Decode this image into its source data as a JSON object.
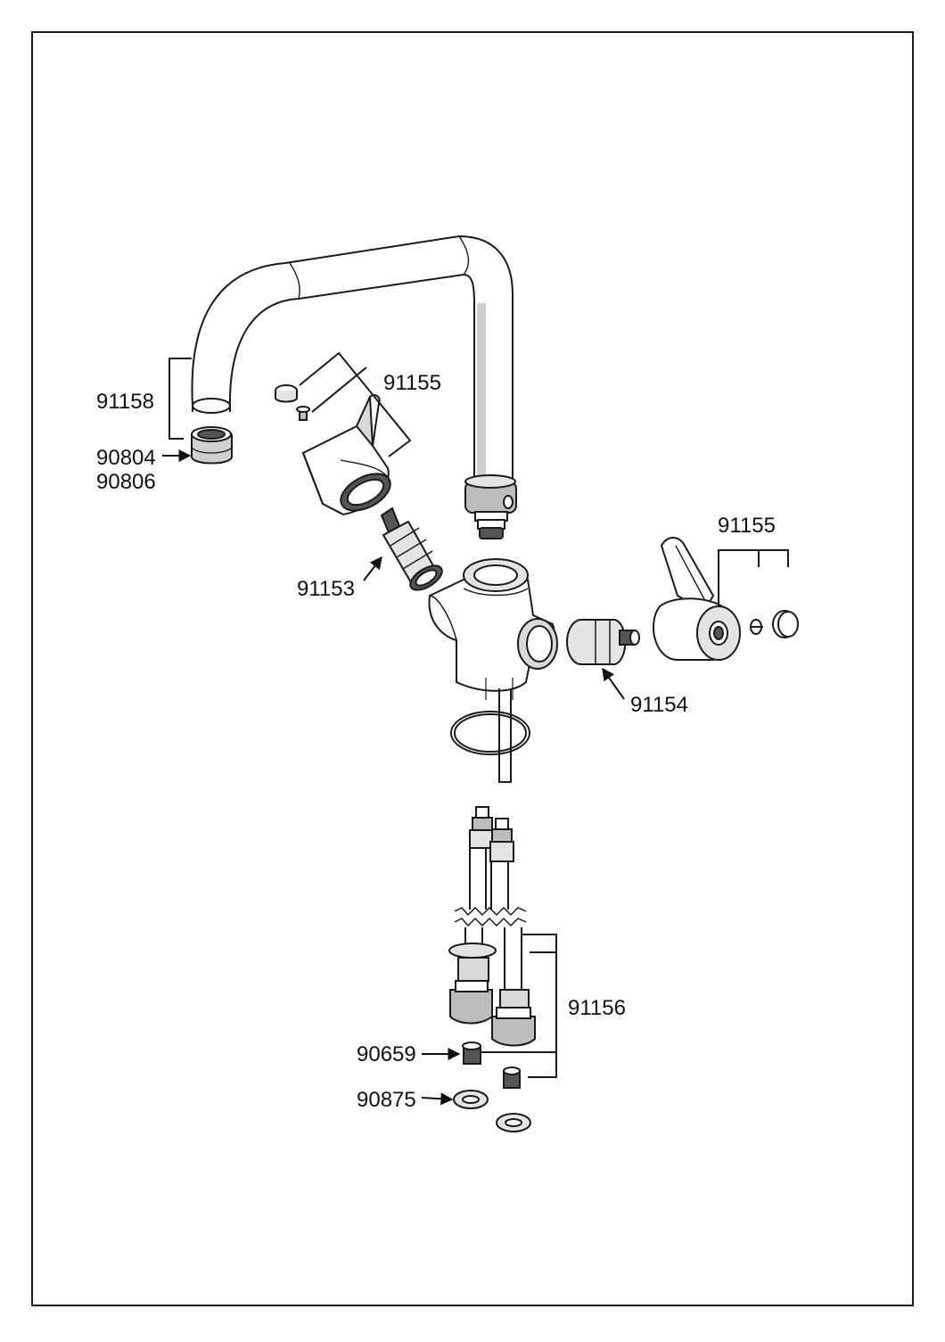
{
  "diagram": {
    "labels": {
      "spout_part": "91158",
      "aerator_a": "90804",
      "aerator_b": "90806",
      "handle_kit_top": "91155",
      "cartridge_left": "91153",
      "handle_kit_right": "91155",
      "cartridge_right": "91154",
      "hoses": "91156",
      "filter_insert": "90659",
      "washer": "90875"
    },
    "colors": {
      "line": "#1a1a1a",
      "shade_light": "#e4e4e4",
      "shade_mid": "#bdbdbd",
      "shade_dark": "#555555",
      "paper": "#ffffff"
    }
  }
}
